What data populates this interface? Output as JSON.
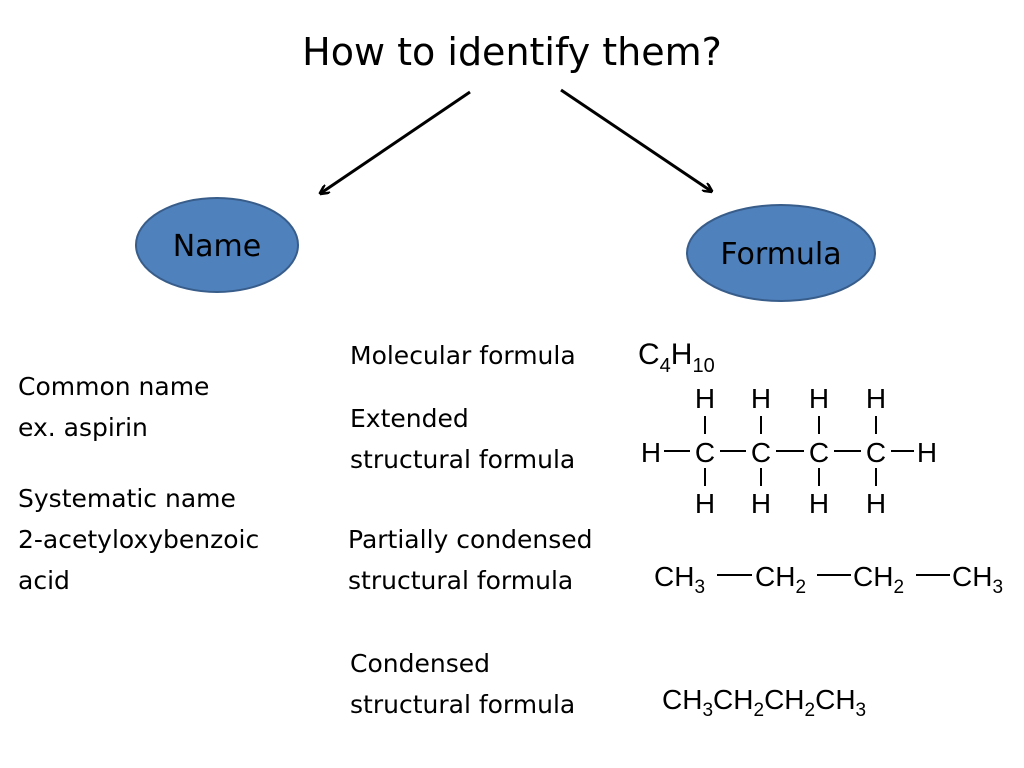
{
  "title": "How to identify them?",
  "nodes": {
    "name": "Name",
    "formula": "Formula"
  },
  "name_section": {
    "common_name": "Common name",
    "common_example": "ex. aspirin",
    "systematic_name": "Systematic name",
    "systematic_example_line1": "2-acetyloxybenzoic",
    "systematic_example_line2": "acid"
  },
  "formula_section": {
    "molecular_label": "Molecular formula",
    "extended_label_line1": "Extended",
    "extended_label_line2": "structural formula",
    "partial_label_line1": "Partially condensed",
    "partial_label_line2": "structural formula",
    "condensed_label_line1": "Condensed",
    "condensed_label_line2": "structural formula"
  },
  "molecular_formula": {
    "c": "C",
    "c_count": "4",
    "h": "H",
    "h_count": "10"
  },
  "extended_structure": {
    "carbon": "C",
    "hydrogen": "H"
  },
  "partial_structure": {
    "groups": [
      {
        "base": "CH",
        "sub": "3"
      },
      {
        "base": "CH",
        "sub": "2"
      },
      {
        "base": "CH",
        "sub": "2"
      },
      {
        "base": "CH",
        "sub": "3"
      }
    ]
  },
  "condensed_structure": {
    "parts": [
      {
        "base": "CH",
        "sub": "3"
      },
      {
        "base": "CH",
        "sub": "2"
      },
      {
        "base": "CH",
        "sub": "2"
      },
      {
        "base": "CH",
        "sub": "3"
      }
    ]
  },
  "colors": {
    "ellipse_fill": "#4f81bd",
    "ellipse_stroke": "#385d8a",
    "arrow": "#000000"
  }
}
